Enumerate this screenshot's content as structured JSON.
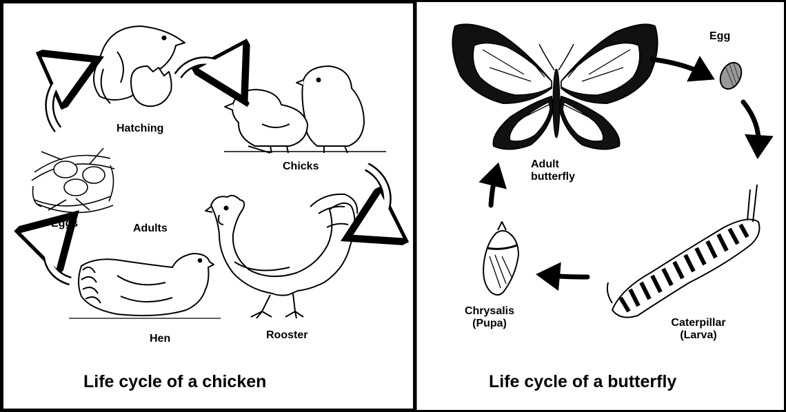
{
  "chicken": {
    "caption": "Life cycle of a chicken",
    "labels": {
      "hatching": "Hatching",
      "chicks": "Chicks",
      "eggs": "Eggs",
      "adults": "Adults",
      "hen": "Hen",
      "rooster": "Rooster"
    }
  },
  "butterfly": {
    "caption": "Life cycle of a butterfly",
    "labels": {
      "egg": "Egg",
      "adult_line1": "Adult",
      "adult_line2": "butterfly",
      "chrysalis_line1": "Chrysalis",
      "chrysalis_line2": "(Pupa)",
      "caterpillar_line1": "Caterpillar",
      "caterpillar_line2": "(Larva)"
    }
  }
}
